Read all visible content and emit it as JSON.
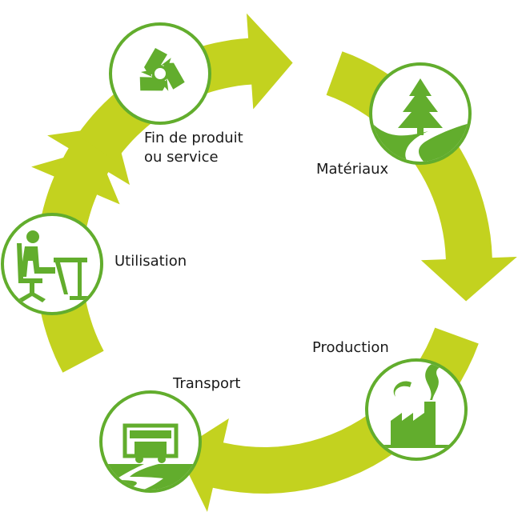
{
  "colors": {
    "arrow": "#c3d21f",
    "icon_green": "#62ad2d",
    "circle_fill": "#ffffff",
    "text": "#1a1a1a"
  },
  "stages": [
    {
      "id": "end-of-life",
      "icon": "recycle-icon",
      "label_lines": [
        "Fin de produit",
        "ou service"
      ]
    },
    {
      "id": "materials",
      "icon": "tree-icon",
      "label_lines": [
        "Matériaux"
      ]
    },
    {
      "id": "production",
      "icon": "factory-icon",
      "label_lines": [
        "Production"
      ]
    },
    {
      "id": "transport",
      "icon": "truck-icon",
      "label_lines": [
        "Transport"
      ]
    },
    {
      "id": "use",
      "icon": "office-desk-icon",
      "label_lines": [
        "Utilisation"
      ]
    }
  ]
}
